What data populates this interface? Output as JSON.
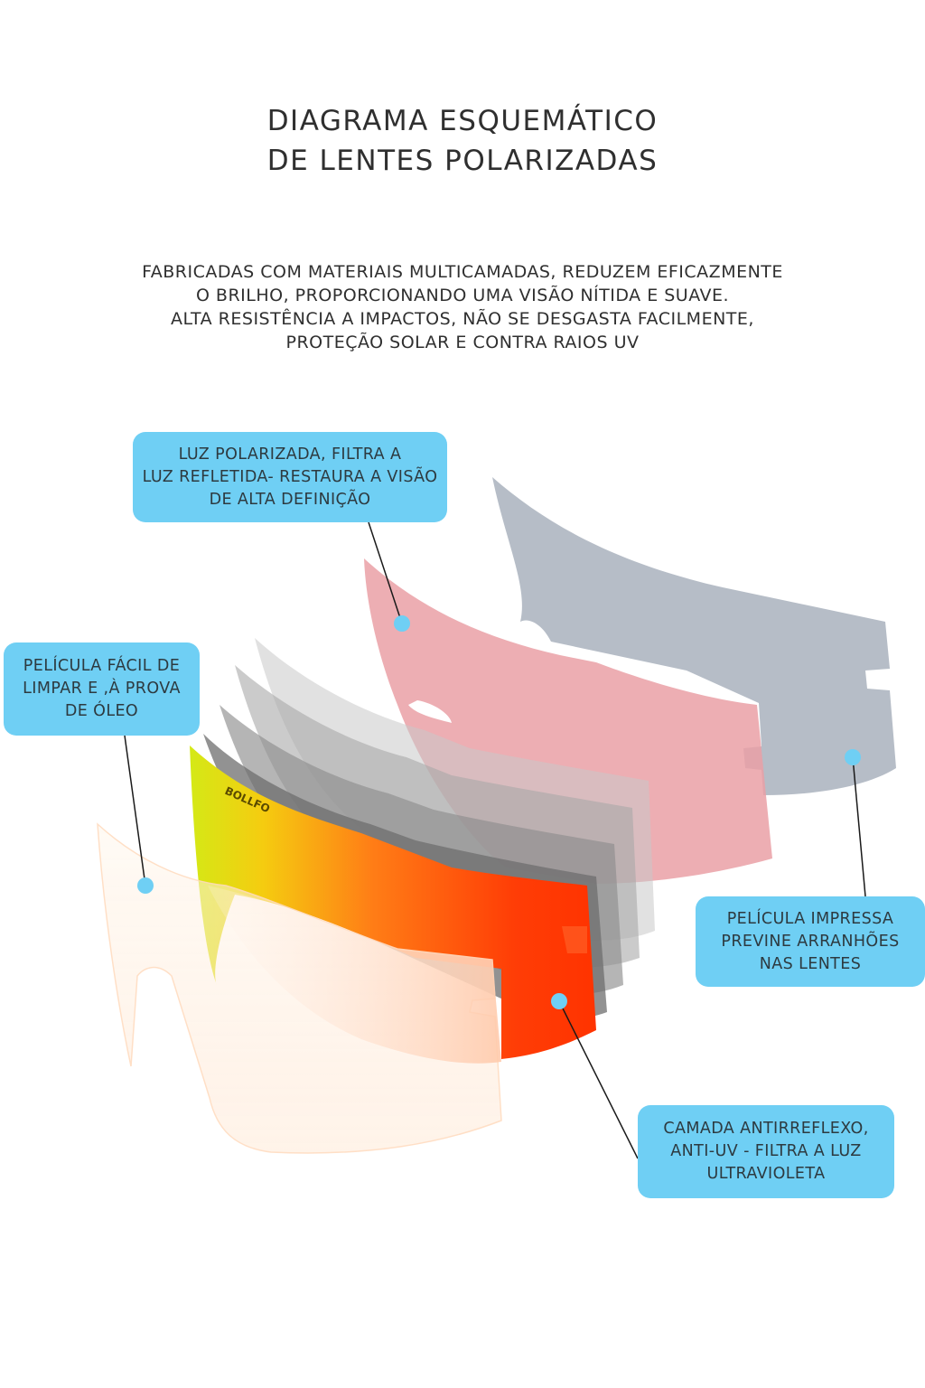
{
  "title": {
    "line1": "DIAGRAMA ESQUEMÁTICO",
    "line2": "DE LENTES POLARIZADAS"
  },
  "subtitle": {
    "line1": "FABRICADAS COM MATERIAIS MULTICAMADAS, REDUZEM EFICAZMENTE",
    "line2": "O BRILHO, PROPORCIONANDO UMA VISÃO NÍTIDA E SUAVE.",
    "line3": "ALTA RESISTÊNCIA A IMPACTOS, NÃO SE DESGASTA FACILMENTE,",
    "line4": "PROTEÇÃO SOLAR E CONTRA RAIOS UV"
  },
  "callouts": {
    "polarized": {
      "line1": "LUZ POLARIZADA, FILTRA A",
      "line2": "LUZ REFLETIDA- RESTAURA A VISÃO",
      "line3": "DE ALTA DEFINIÇÃO"
    },
    "easy_clean": {
      "line1": "PELÍCULA FÁCIL DE",
      "line2": "LIMPAR E ,À PROVA",
      "line3": "DE ÓLEO"
    },
    "printed_film": {
      "line1": "PELÍCULA IMPRESSA",
      "line2": "PREVINE ARRANHÕES",
      "line3": "NAS LENTES"
    },
    "anti_reflex": {
      "line1": "CAMADA ANTIRREFLEXO,",
      "line2": "ANTI-UV - FILTRA A LUZ",
      "line3": "ULTRAVIOLETA"
    }
  },
  "lens_logo": "BOLLFO",
  "colors": {
    "callout_bg": "#6fcff4",
    "marker_dot": "#6fcff4",
    "gray_layer": "#b2b9c4",
    "pink_layer": "#eaa4a9",
    "mirror_start": "#d6e81a",
    "mirror_mid": "#ff7a1a",
    "mirror_end": "#ff3300"
  }
}
